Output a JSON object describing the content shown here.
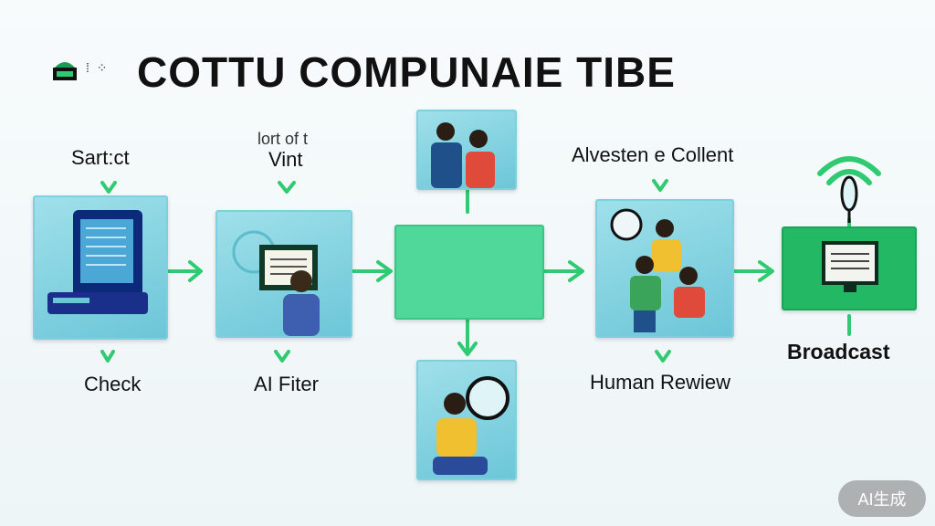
{
  "header": {
    "title": "COTTU COMPUNAIE TIBE",
    "logo_icon": "stack-logo-icon",
    "logo_dots": "⁞ ⁘"
  },
  "colors": {
    "accent_green": "#2fca71",
    "box_blue": "#7fd0de",
    "box_green": "#4fd89a",
    "box_dark_green": "#22b864"
  },
  "stages": [
    {
      "id": "check",
      "top_label": "Sart:ct",
      "bottom_label": "Check",
      "icon": "server-icon"
    },
    {
      "id": "ai-filter",
      "top_label_small": "lort of t",
      "top_label": "Vint",
      "bottom_label": "AI Fiter",
      "icon": "person-laptop-icon"
    },
    {
      "id": "center",
      "icon": "blank-panel"
    },
    {
      "id": "human-review",
      "top_label": "Alvesten e Collent",
      "bottom_label": "Human Rewiew",
      "icon": "team-magnifier-icon"
    },
    {
      "id": "broadcast",
      "bottom_label": "Broadcast",
      "icon": "broadcast-monitor-icon"
    }
  ],
  "side_panels": {
    "top_icon": "two-people-icon",
    "bottom_icon": "person-magnifier-icon"
  },
  "watermark": "AI生成"
}
